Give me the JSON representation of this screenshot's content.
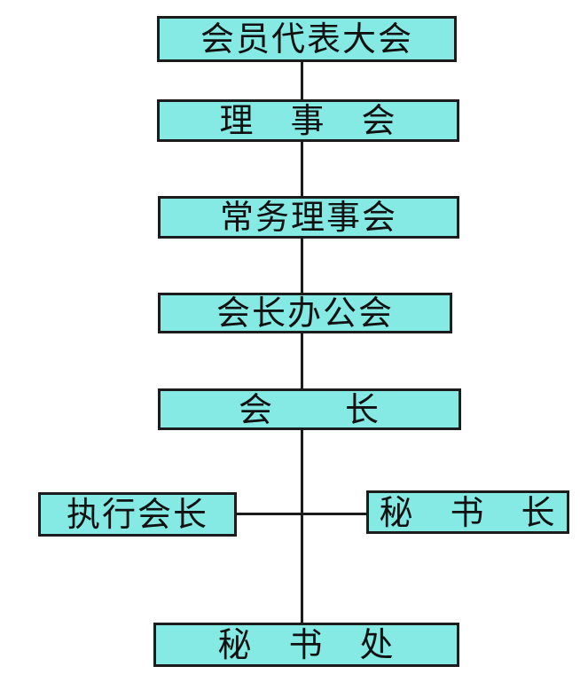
{
  "diagram": {
    "type": "org-chart",
    "language": "zh",
    "colors": {
      "background": "#ffffff",
      "box_fill": "#85eae4",
      "box_border": "#1c1c1c",
      "connector": "#1c1c1c",
      "text": "#111111"
    },
    "nodes": [
      {
        "id": "member-congress",
        "label": "会员代表大会"
      },
      {
        "id": "council",
        "label": "理　事　会"
      },
      {
        "id": "standing-council",
        "label": "常务理事会"
      },
      {
        "id": "president-office-meeting",
        "label": "会长办公会"
      },
      {
        "id": "president",
        "label": "会　　长"
      },
      {
        "id": "executive-president",
        "label": "执行会长"
      },
      {
        "id": "secretary-general",
        "label": "秘　书　长"
      },
      {
        "id": "secretariat",
        "label": "秘　书　处"
      }
    ],
    "edges": [
      {
        "from": "member-congress",
        "to": "council"
      },
      {
        "from": "council",
        "to": "standing-council"
      },
      {
        "from": "standing-council",
        "to": "president-office-meeting"
      },
      {
        "from": "president-office-meeting",
        "to": "president"
      },
      {
        "from": "president",
        "to": "secretariat"
      },
      {
        "from": "president",
        "to": "executive-president"
      },
      {
        "from": "president",
        "to": "secretary-general"
      }
    ]
  }
}
